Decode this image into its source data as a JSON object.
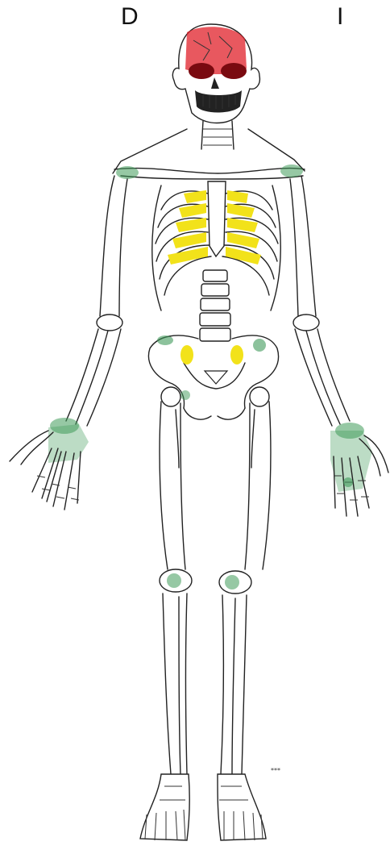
{
  "labels": {
    "right_side": "D",
    "left_side": "I",
    "small_mark": "***"
  },
  "colors": {
    "outline": "#222222",
    "skull_highlight": "#e0202a",
    "rib_highlight": "#f2e21a",
    "joint_highlight": "#3f9a5a"
  },
  "highlighted_regions": [
    {
      "region": "skull",
      "color": "red"
    },
    {
      "region": "ribs",
      "color": "yellow"
    },
    {
      "region": "sacroiliac",
      "color": "yellow"
    },
    {
      "region": "shoulders",
      "color": "green"
    },
    {
      "region": "hands",
      "color": "green"
    },
    {
      "region": "hips",
      "color": "green"
    },
    {
      "region": "knees",
      "color": "green"
    }
  ]
}
